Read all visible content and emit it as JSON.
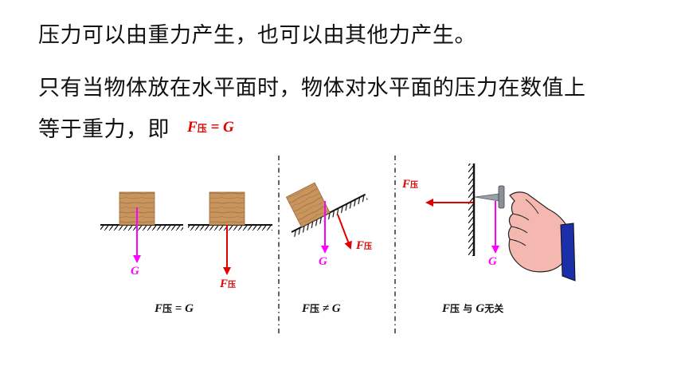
{
  "text": {
    "line1": "压力可以由重力产生，也可以由其他力产生。",
    "line2": "只有当物体放在水平面时，物体对水平面的压力在数值上",
    "line3": "等于重力，即"
  },
  "formula": {
    "F": "F",
    "sub": "压",
    "rest": " = G"
  },
  "labels": {
    "G": "G",
    "F": "F",
    "F_sub": "压"
  },
  "captions": {
    "c1_F": "F",
    "c1_sub": "压",
    "c1_rest": " = G",
    "c2_F": "F",
    "c2_sub": "压",
    "c2_rest": " ≠ G",
    "c3_F": "F",
    "c3_sub": "压",
    "c3_mid": " 与 ",
    "c3_G": "G",
    "c3_rest": "无关"
  },
  "colors": {
    "gravity": "#ff00ff",
    "pressure": "#e00000",
    "wood": "#c8955e",
    "text": "#111111"
  }
}
